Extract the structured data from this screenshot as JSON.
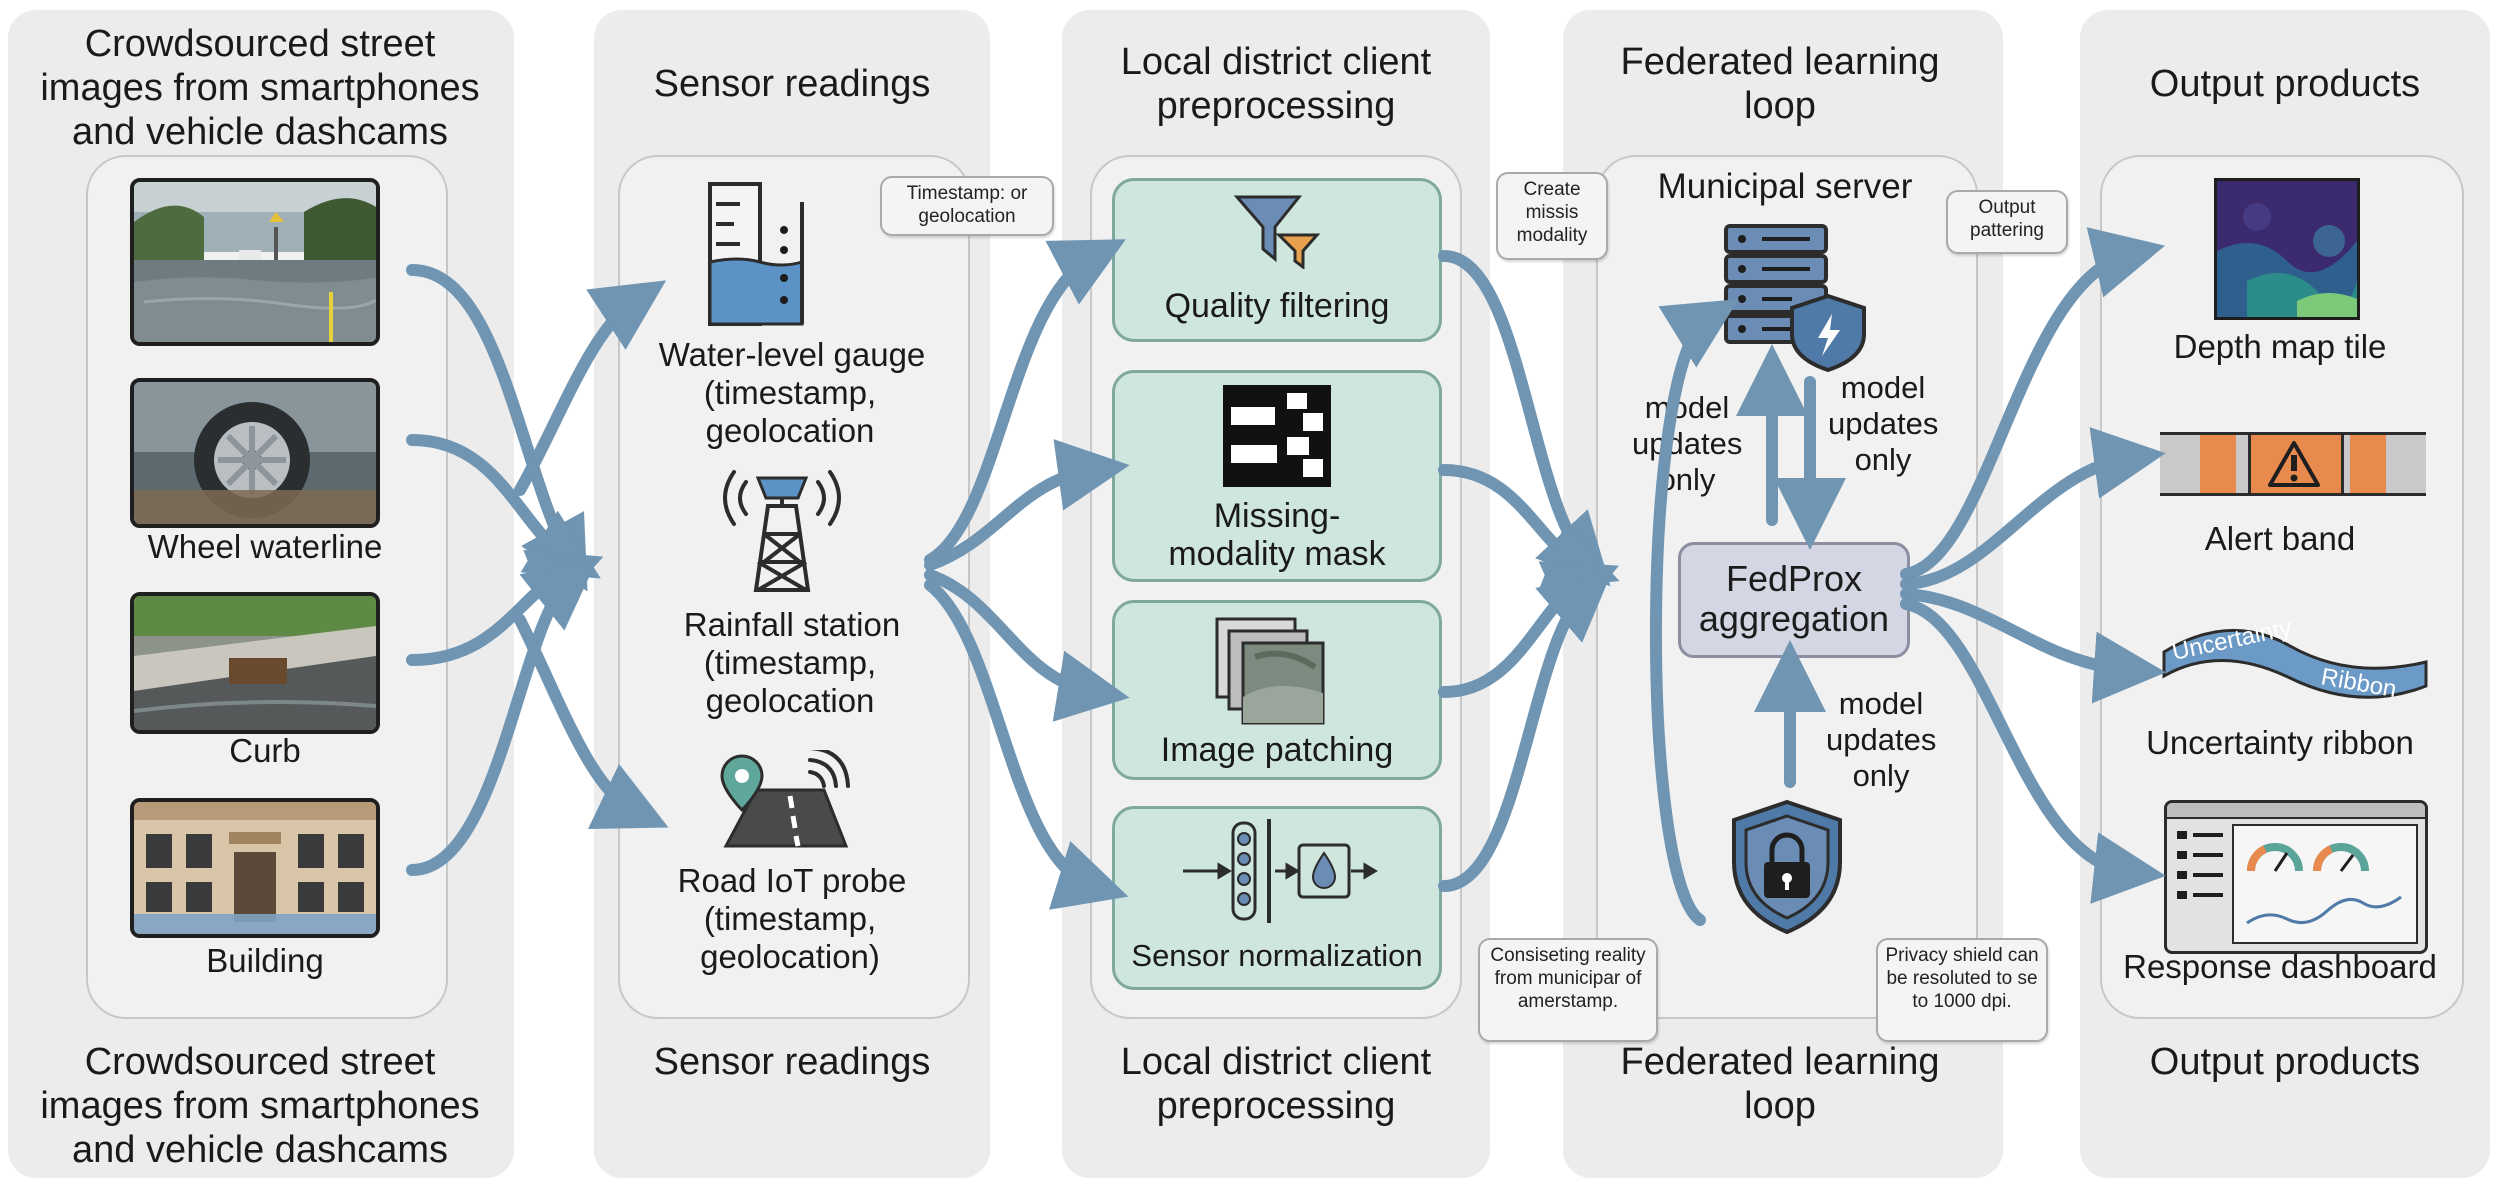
{
  "columns": {
    "crowdsourced": {
      "title_top": "Crowdsourced street images from smartphones and vehicle dashcams",
      "title_bottom": "Crowdsourced street images from smartphones and vehicle dashcams",
      "items": [
        "Wheel waterline",
        "Curb",
        "Building"
      ]
    },
    "sensors": {
      "title_top": "Sensor readings",
      "title_bottom": "Sensor readings",
      "items": [
        {
          "name": "Water-level gauge",
          "detail": "(timestamp, geolocation"
        },
        {
          "name": "Rainfall station",
          "detail": "(timestamp, geolocation"
        },
        {
          "name": "Road IoT probe",
          "detail": "(timestamp, geolocation)"
        }
      ],
      "bubble": "Timestamp: or geolocation"
    },
    "preprocessing": {
      "title_top": "Local district client preprocessing",
      "title_bottom": "Local district client preprocessing",
      "steps": [
        "Quality filtering",
        "Missing-modality mask",
        "Image patching",
        "Sensor normalization"
      ]
    },
    "federated": {
      "title_top": "Federated learning loop",
      "title_bottom": "Federated learning loop",
      "server_label": "Municipal server",
      "aggregation": "FedProx aggregation",
      "updates_left": "model updates only",
      "updates_right": "model updates only",
      "updates_bottom": "model updates only",
      "bubble_create": "Create missis modality",
      "bubble_consist": "Consiseting reality from municipar of amerstamp.",
      "bubble_privacy": "Privacy shield can be resoluted to se to 1000 dpi."
    },
    "outputs": {
      "title_top": "Output products",
      "title_bottom": "Output products",
      "items": [
        "Depth map tile",
        "Alert band",
        "Uncertainty ribbon",
        "Response dashboard"
      ],
      "bubble": "Output pattering",
      "ribbon_text_1": "Uncertainty",
      "ribbon_text_2": "Ribbon"
    }
  },
  "colors": {
    "arrow": "#6f95b3",
    "step_fill": "#cfe6df",
    "step_border": "#7fa89e",
    "aggregation_fill": "#d4d6e3",
    "shield": "#6b8db5",
    "alert_orange": "#e8894e"
  },
  "icons": [
    "funnel-icon",
    "mask-grid-icon",
    "image-stack-icon",
    "normalization-icon",
    "water-gauge-icon",
    "rainfall-tower-icon",
    "road-probe-icon",
    "server-icon",
    "lock-shield-icon",
    "warning-icon",
    "gauge-dashboard-icon"
  ]
}
